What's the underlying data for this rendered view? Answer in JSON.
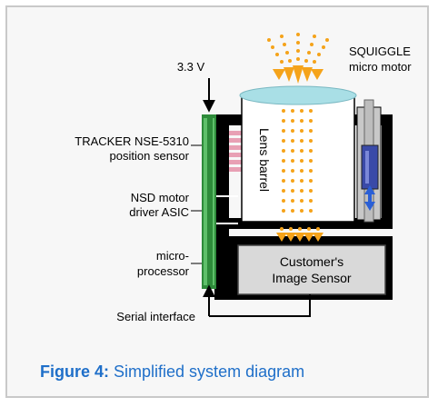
{
  "labels": {
    "voltage": "3.3 V",
    "squiggle": "SQUIGGLE",
    "micro_motor": "micro motor",
    "tracker_line1": "TRACKER NSE-5310",
    "tracker_line2": "position sensor",
    "nsd_line1": "NSD motor",
    "nsd_line2": "driver ASIC",
    "micro_line1": "micro-",
    "micro_line2": "processor",
    "serial": "Serial interface",
    "lens_barrel": "Lens barrel",
    "sensor_line1": "Customer's",
    "sensor_line2": "Image Sensor"
  },
  "caption": {
    "prefix": "Figure 4:",
    "text": "Simplified system diagram"
  },
  "colors": {
    "frame_border": "#c9c9c9",
    "caption": "#1f6fc9",
    "light_rays": "#f5a31a",
    "board": "#2e8b3a",
    "lens": "#a9dfe6",
    "motor_body": "#3a4aa8",
    "motor_arrow": "#2a5fd6",
    "sensor_box": "#d9d9d9",
    "chip_pink": "#e8a0b4"
  }
}
